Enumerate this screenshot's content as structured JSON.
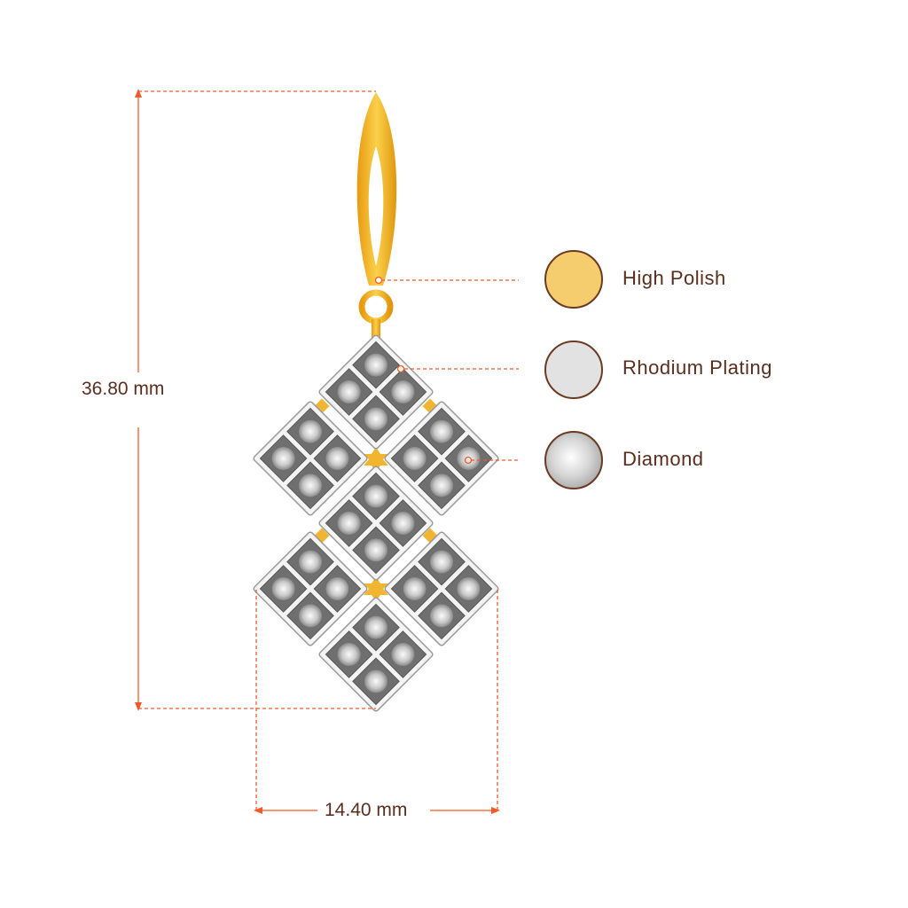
{
  "dimensions": {
    "height": "36.80 mm",
    "width": "14.40 mm"
  },
  "legend": [
    {
      "label": "High Polish",
      "color": "#f6cd6e"
    },
    {
      "label": "Rhodium Plating",
      "color": "#e2e2e2"
    },
    {
      "label": "Diamond",
      "color": "#d8d8d8"
    }
  ],
  "colors": {
    "dimension_line": "#f05a28",
    "text": "#5a2e1e",
    "gold": "#f2b530"
  }
}
